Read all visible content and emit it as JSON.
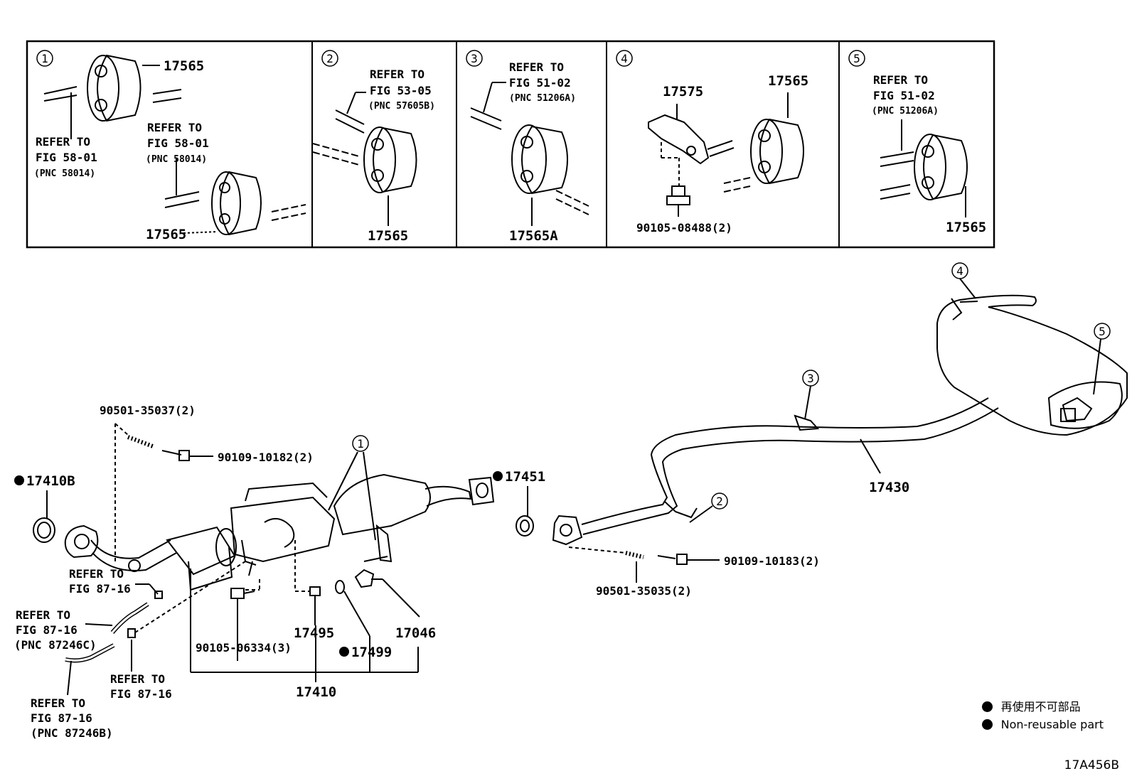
{
  "insets": {
    "one": {
      "number": "1",
      "part_top": "17565",
      "ref1": [
        "REFER TO",
        "FIG 58-01",
        "(PNC 58014)"
      ],
      "ref2": [
        "REFER TO",
        "FIG 58-01",
        "(PNC 58014)"
      ],
      "part_bottom": "17565"
    },
    "two": {
      "number": "2",
      "ref": [
        "REFER TO",
        "FIG 53-05",
        "(PNC 57605B)"
      ],
      "part": "17565"
    },
    "three": {
      "number": "3",
      "ref": [
        "REFER TO",
        "FIG 51-02",
        "(PNC 51206A)"
      ],
      "part": "17565A"
    },
    "four": {
      "number": "4",
      "part_bracket": "17575",
      "part_hanger": "17565",
      "bolt": "90105-08488(2)"
    },
    "five": {
      "number": "5",
      "ref": [
        "REFER TO",
        "FIG 51-02",
        "(PNC 51206A)"
      ],
      "part": "17565"
    }
  },
  "main": {
    "p17410B": "17410B",
    "p90501_35037": "90501-35037(2)",
    "p90109_10182": "90109-10182(2)",
    "ref_a": [
      "REFER TO",
      "FIG 87-16"
    ],
    "ref_b": [
      "REFER TO",
      "FIG 87-16",
      "(PNC 87246C)"
    ],
    "ref_c": [
      "REFER TO",
      "FIG 87-16"
    ],
    "ref_d": [
      "REFER TO",
      "FIG 87-16",
      "(PNC 87246B)"
    ],
    "p90105_06334": "90105-06334(3)",
    "p17495": "17495",
    "p17499": "17499",
    "p17046": "17046",
    "p17410": "17410",
    "p17451": "17451",
    "p90109_10183": "90109-10183(2)",
    "p90501_35035": "90501-35035(2)",
    "p17430": "17430",
    "callouts": {
      "c1": "1",
      "c2": "2",
      "c3": "3",
      "c4": "4",
      "c5": "5"
    }
  },
  "legend": {
    "jp": "再使用不可部品",
    "en": "Non-reusable part"
  },
  "drawing_code": "17A456B"
}
